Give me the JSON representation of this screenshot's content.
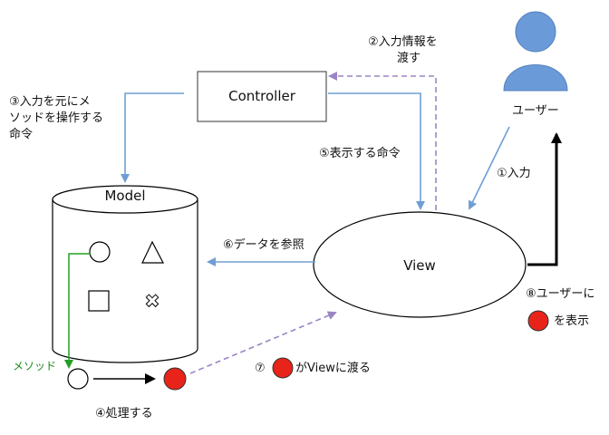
{
  "nodes": {
    "controller": "Controller",
    "model": "Model",
    "view": "View",
    "user": "ユーザー"
  },
  "labels": {
    "step1": "①入力",
    "step2_line1": "②入力情報を",
    "step2_line2": "渡す",
    "step3_line1": "③入力を元にメ",
    "step3_line2": "ソッドを操作する",
    "step3_line3": "命令",
    "step4": "④処理する",
    "step5": "⑤表示する命令",
    "step6": "⑥データを参照",
    "step7_prefix": "⑦",
    "step7_suffix": "がViewに渡る",
    "step8_line1": "⑧ユーザーに",
    "step8_line2": "を表示",
    "method": "メソッド"
  },
  "colors": {
    "arrow_blue": "#6e9fd4",
    "arrow_dashed": "#9a85c4",
    "arrow_green": "#22a022",
    "user_fill": "#6a9bd8",
    "result_red": "#e8231a"
  }
}
